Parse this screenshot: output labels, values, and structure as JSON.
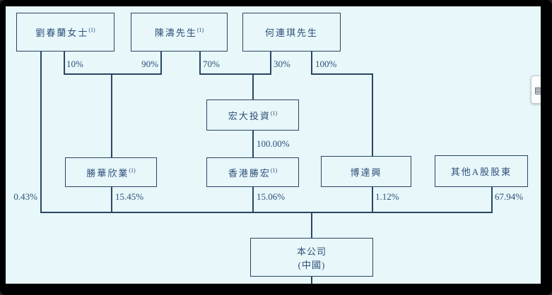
{
  "colors": {
    "background": "#e7f7fa",
    "line": "#2b4563",
    "text": "#2e4f78",
    "frame": "#000000"
  },
  "nodes": {
    "liu": {
      "label": "劉春蘭女士",
      "sup": "(1)"
    },
    "chen": {
      "label": "陳濤先生",
      "sup": "(1)"
    },
    "he": {
      "label": "何連琪先生",
      "sup": ""
    },
    "hongda": {
      "label": "宏大投資",
      "sup": "(1)"
    },
    "shenghua": {
      "label": "勝華欣業",
      "sup": "(1)"
    },
    "hk": {
      "label": "香港勝宏",
      "sup": "(1)"
    },
    "boda": {
      "label": "博達興",
      "sup": ""
    },
    "other": {
      "label": "其他A股股東",
      "sup": ""
    },
    "company": {
      "label": "本公司",
      "label2": "(中國)"
    }
  },
  "labels": {
    "pct_liu_shenghua": "10%",
    "pct_chen_shenghua": "90%",
    "pct_chen_hongda": "70%",
    "pct_he_hongda": "30%",
    "pct_he_boda": "100%",
    "pct_hongda_hk": "100.00%",
    "pct_liu_company": "0.43%",
    "pct_shenghua_company": "15.45%",
    "pct_hk_company": "15.06%",
    "pct_boda_company": "1.12%",
    "pct_other_company": "67.94%"
  },
  "edges": [
    {
      "from": "劉春蘭女士",
      "to": "勝華欣業",
      "pct": "10%"
    },
    {
      "from": "陳濤先生",
      "to": "勝華欣業",
      "pct": "90%"
    },
    {
      "from": "陳濤先生",
      "to": "宏大投資",
      "pct": "70%"
    },
    {
      "from": "何連琪先生",
      "to": "宏大投資",
      "pct": "30%"
    },
    {
      "from": "何連琪先生",
      "to": "博達興",
      "pct": "100%"
    },
    {
      "from": "宏大投資",
      "to": "香港勝宏",
      "pct": "100.00%"
    },
    {
      "from": "劉春蘭女士",
      "to": "本公司",
      "pct": "0.43%"
    },
    {
      "from": "勝華欣業",
      "to": "本公司",
      "pct": "15.45%"
    },
    {
      "from": "香港勝宏",
      "to": "本公司",
      "pct": "15.06%"
    },
    {
      "from": "博達興",
      "to": "本公司",
      "pct": "1.12%"
    },
    {
      "from": "其他A股股東",
      "to": "本公司",
      "pct": "67.94%"
    }
  ],
  "widget": {
    "icon": "▤"
  }
}
